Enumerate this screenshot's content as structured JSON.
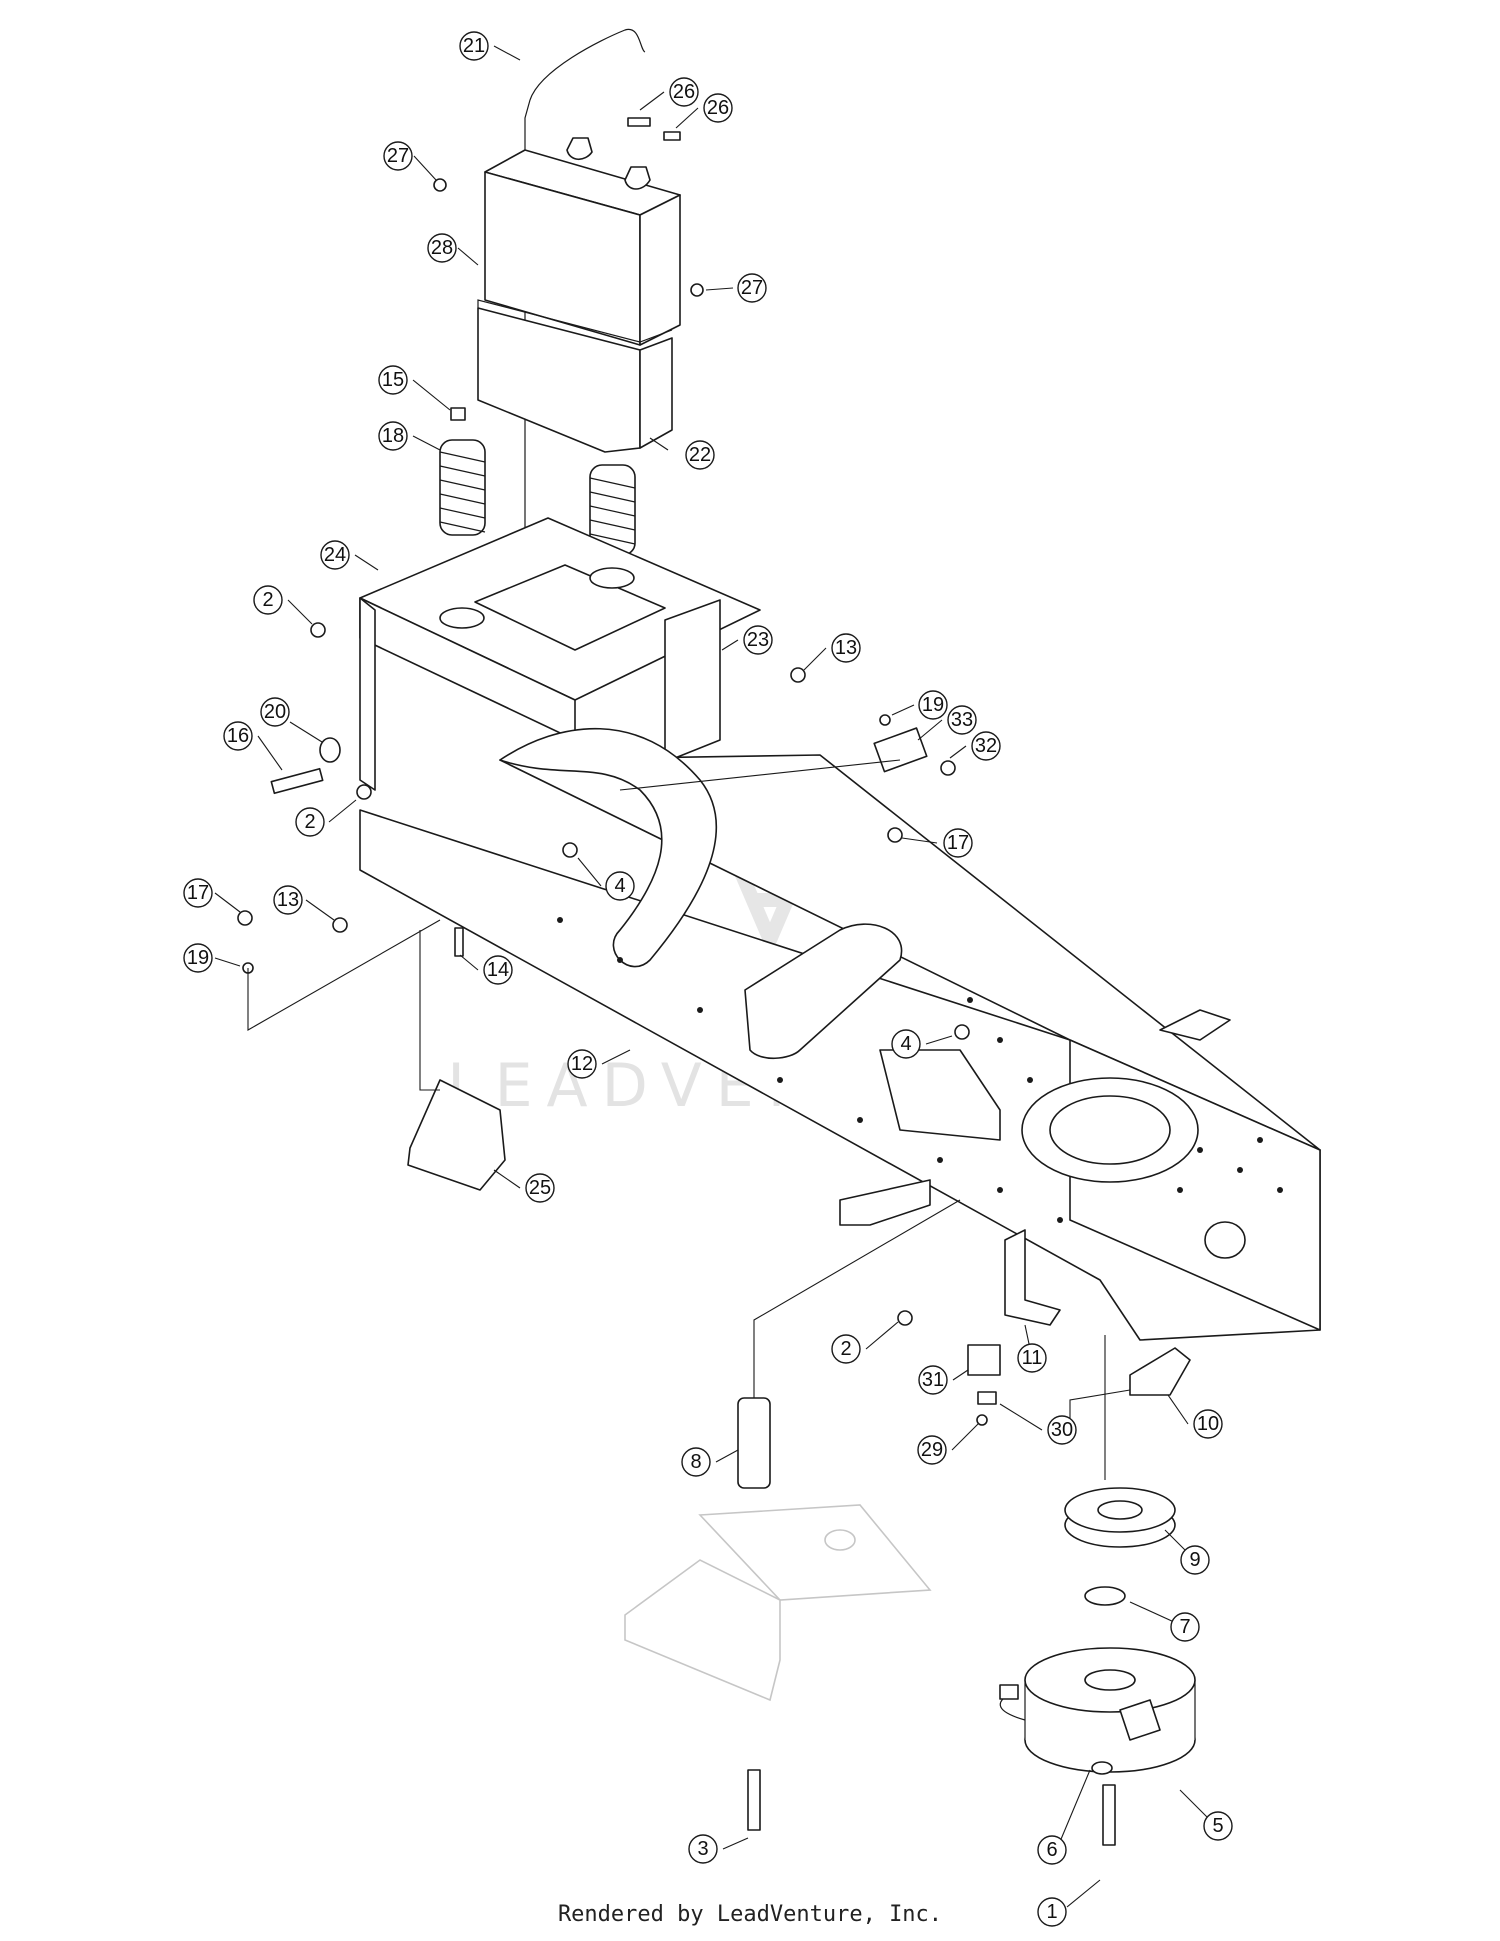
{
  "watermark": "LEADVENTURE",
  "footer": "Rendered by LeadVenture, Inc.",
  "callouts": [
    {
      "label": "21"
    },
    {
      "label": "26"
    },
    {
      "label": "26"
    },
    {
      "label": "27"
    },
    {
      "label": "28"
    },
    {
      "label": "27"
    },
    {
      "label": "15"
    },
    {
      "label": "18"
    },
    {
      "label": "22"
    },
    {
      "label": "24"
    },
    {
      "label": "2"
    },
    {
      "label": "23"
    },
    {
      "label": "13"
    },
    {
      "label": "19"
    },
    {
      "label": "33"
    },
    {
      "label": "32"
    },
    {
      "label": "20"
    },
    {
      "label": "16"
    },
    {
      "label": "2"
    },
    {
      "label": "17"
    },
    {
      "label": "4"
    },
    {
      "label": "17"
    },
    {
      "label": "13"
    },
    {
      "label": "19"
    },
    {
      "label": "14"
    },
    {
      "label": "4"
    },
    {
      "label": "12"
    },
    {
      "label": "25"
    },
    {
      "label": "2"
    },
    {
      "label": "11"
    },
    {
      "label": "31"
    },
    {
      "label": "10"
    },
    {
      "label": "30"
    },
    {
      "label": "29"
    },
    {
      "label": "8"
    },
    {
      "label": "9"
    },
    {
      "label": "7"
    },
    {
      "label": "5"
    },
    {
      "label": "3"
    },
    {
      "label": "6"
    },
    {
      "label": "1"
    }
  ]
}
